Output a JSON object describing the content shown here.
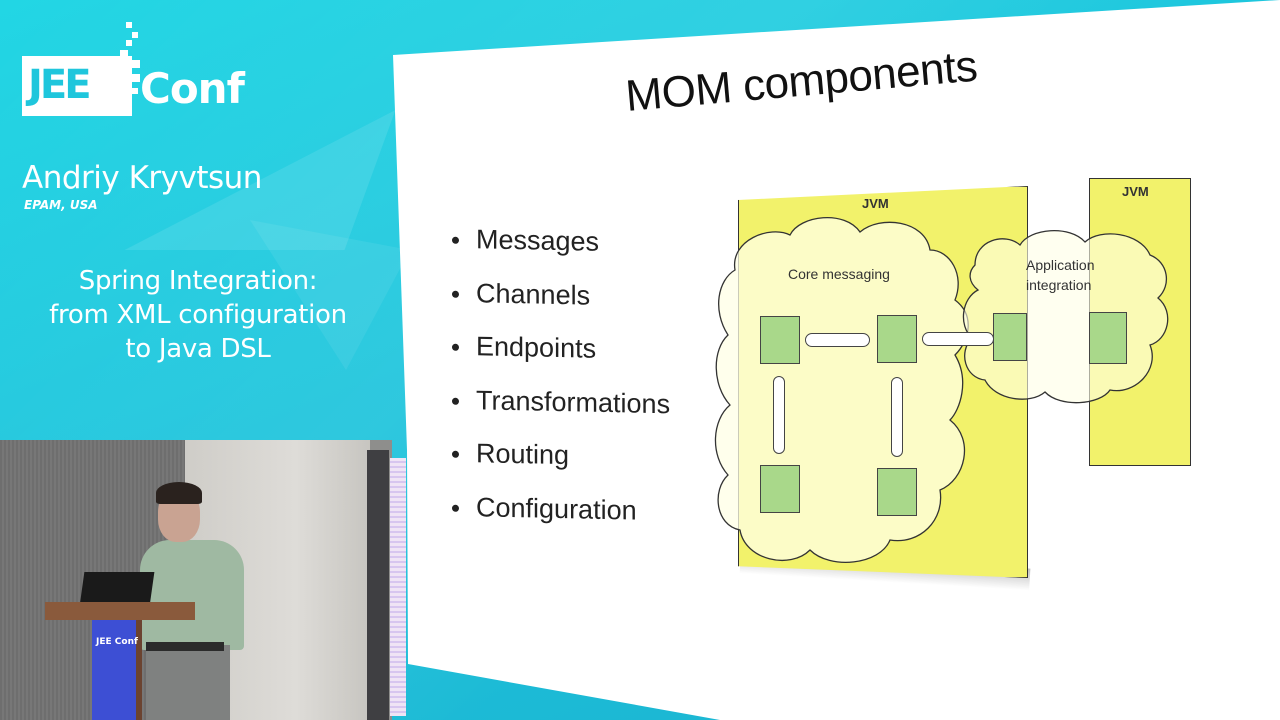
{
  "conference": {
    "logo_left": "JEE",
    "logo_right": "Conf",
    "accent_color": "#1fc6dc"
  },
  "speaker": {
    "name": "Andriy Kryvtsun",
    "organization": "EPAM, USA"
  },
  "talk": {
    "title_lines": [
      "Spring Integration:",
      "from XML configuration",
      "to Java DSL"
    ]
  },
  "slide": {
    "title": "MOM components",
    "bullets": [
      "Messages",
      "Channels",
      "Endpoints",
      "Transformations",
      "Routing",
      "Configuration"
    ],
    "diagram": {
      "jvm_left_label": "JVM",
      "jvm_right_label": "JVM",
      "core_cloud_label": "Core messaging",
      "integration_cloud_label_lines": [
        "Application",
        "integration"
      ],
      "jvm_color": "#f2f26b",
      "endpoint_color": "#a9d88a"
    }
  },
  "video": {
    "podium_logo": "JEE Conf"
  }
}
